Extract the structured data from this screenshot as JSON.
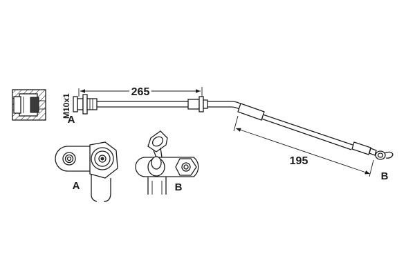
{
  "dimensions": {
    "top_length": "265",
    "diagonal_length": "195",
    "thread": "M10x1"
  },
  "labels": {
    "end_a_main": "A",
    "end_b_main": "B",
    "detail_a": "A",
    "detail_b": "B"
  }
}
